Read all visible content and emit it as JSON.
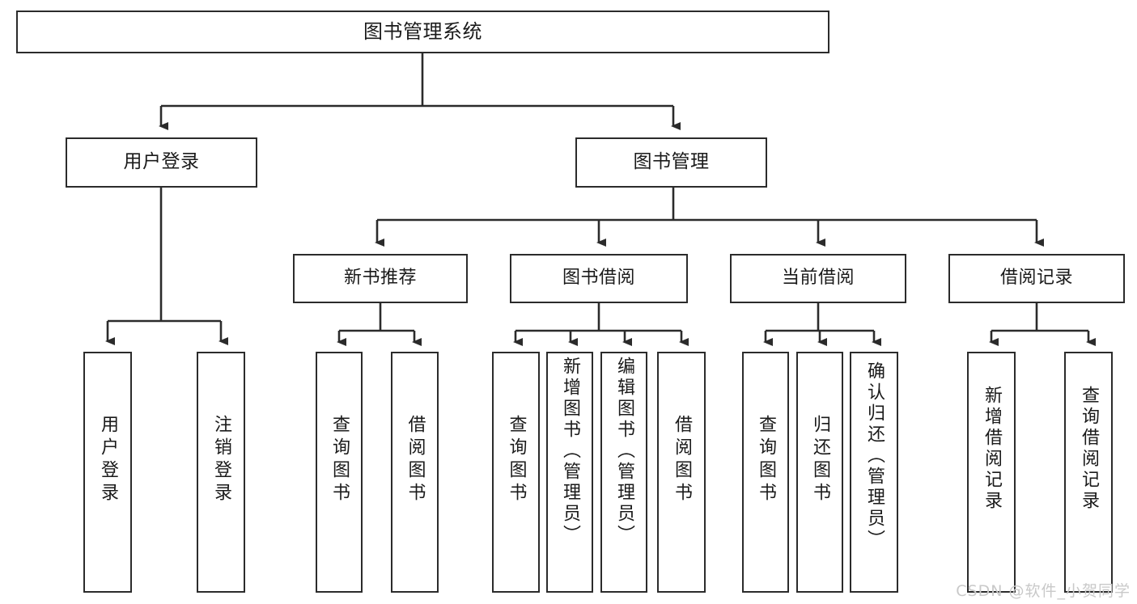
{
  "diagram": {
    "type": "tree-hierarchy",
    "title": "图书管理系统",
    "watermark": "CSDN @软件_小贺同学",
    "colors": {
      "box_border": "#2b2b2b",
      "box_fill": "#ffffff",
      "edge": "#2b2b2b",
      "text": "#1a1a1a",
      "watermark": "#c9c9c9",
      "background": "#ffffff"
    },
    "nodes": {
      "root": {
        "label": "图书管理系统",
        "level": 0
      },
      "user_login": {
        "label": "用户登录",
        "level": 1
      },
      "book_manage": {
        "label": "图书管理",
        "level": 1
      },
      "new_book_rec": {
        "label": "新书推荐",
        "level": 2
      },
      "book_borrow": {
        "label": "图书借阅",
        "level": 2
      },
      "current_borrow": {
        "label": "当前借阅",
        "level": 2
      },
      "borrow_record": {
        "label": "借阅记录",
        "level": 2
      },
      "leaf_user_login": {
        "label": "用户登录",
        "level": 3
      },
      "leaf_logout": {
        "label": "注销登录",
        "level": 3
      },
      "leaf_query_book_a": {
        "label": "查询图书",
        "level": 3
      },
      "leaf_borrow_book_a": {
        "label": "借阅图书",
        "level": 3
      },
      "leaf_query_book_b": {
        "label": "查询图书",
        "level": 3
      },
      "leaf_add_book": {
        "label": "新增图书（管理员）",
        "level": 3
      },
      "leaf_edit_book": {
        "label": "编辑图书（管理员）",
        "level": 3
      },
      "leaf_borrow_book_b": {
        "label": "借阅图书",
        "level": 3
      },
      "leaf_query_book_c": {
        "label": "查询图书",
        "level": 3
      },
      "leaf_return_book": {
        "label": "归还图书",
        "level": 3
      },
      "leaf_confirm_return": {
        "label": "确认归还（管理员）",
        "level": 3
      },
      "leaf_add_record": {
        "label": "新增借阅记录",
        "level": 3
      },
      "leaf_query_record": {
        "label": "查询借阅记录",
        "level": 3
      }
    },
    "edges": [
      {
        "from": "root",
        "to": "user_login"
      },
      {
        "from": "root",
        "to": "book_manage"
      },
      {
        "from": "user_login",
        "to": "leaf_user_login"
      },
      {
        "from": "user_login",
        "to": "leaf_logout"
      },
      {
        "from": "book_manage",
        "to": "new_book_rec"
      },
      {
        "from": "book_manage",
        "to": "book_borrow"
      },
      {
        "from": "book_manage",
        "to": "current_borrow"
      },
      {
        "from": "book_manage",
        "to": "borrow_record"
      },
      {
        "from": "new_book_rec",
        "to": "leaf_query_book_a"
      },
      {
        "from": "new_book_rec",
        "to": "leaf_borrow_book_a"
      },
      {
        "from": "book_borrow",
        "to": "leaf_query_book_b"
      },
      {
        "from": "book_borrow",
        "to": "leaf_add_book"
      },
      {
        "from": "book_borrow",
        "to": "leaf_edit_book"
      },
      {
        "from": "book_borrow",
        "to": "leaf_borrow_book_b"
      },
      {
        "from": "current_borrow",
        "to": "leaf_query_book_c"
      },
      {
        "from": "current_borrow",
        "to": "leaf_return_book"
      },
      {
        "from": "current_borrow",
        "to": "leaf_confirm_return"
      },
      {
        "from": "borrow_record",
        "to": "leaf_add_record"
      },
      {
        "from": "borrow_record",
        "to": "leaf_query_record"
      }
    ]
  }
}
